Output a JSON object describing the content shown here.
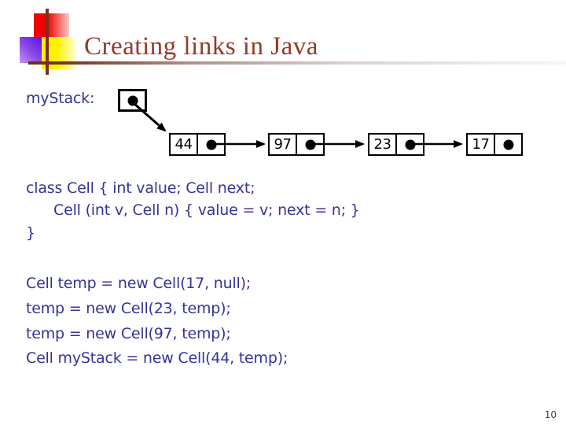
{
  "slide": {
    "title": "Creating links in Java",
    "page_number": "10"
  },
  "colors": {
    "title_text": "#943a28",
    "code_text": "#333399",
    "logo_red": "#ee0000",
    "logo_purple": "#5a10d8",
    "logo_yellow": "#ffee00",
    "logo_line": "#7b2f18",
    "diagram_ink": "#000000"
  },
  "diagram": {
    "stack_label": "myStack:",
    "cells": [
      {
        "value": "44"
      },
      {
        "value": "97"
      },
      {
        "value": "23"
      },
      {
        "value": "17"
      }
    ]
  },
  "code_block_1": {
    "lines": [
      "class Cell { int value; Cell next;",
      "      Cell (int v, Cell n) { value = v; next = n; }",
      "}"
    ]
  },
  "code_block_2": {
    "lines": [
      "Cell temp = new Cell(17, null);",
      "temp = new Cell(23, temp);",
      "temp = new Cell(97, temp);",
      "Cell myStack = new Cell(44, temp);"
    ]
  }
}
